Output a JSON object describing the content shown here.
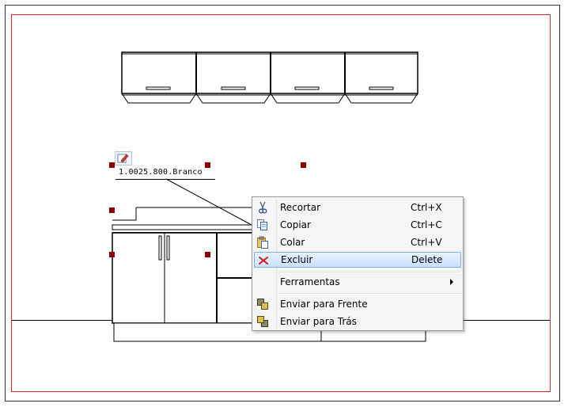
{
  "drawing": {
    "item_label": "1.0025.800.Branco"
  },
  "context_menu": {
    "items": [
      {
        "label": "Recortar",
        "shortcut": "Ctrl+X",
        "icon": "scissors-icon"
      },
      {
        "label": "Copiar",
        "shortcut": "Ctrl+C",
        "icon": "copy-icon"
      },
      {
        "label": "Colar",
        "shortcut": "Ctrl+V",
        "icon": "paste-icon"
      },
      {
        "label": "Excluir",
        "shortcut": "Delete",
        "icon": "delete-x-icon",
        "highlighted": true
      },
      {
        "label": "Ferramentas",
        "shortcut": "",
        "icon": "",
        "submenu": true
      },
      {
        "label": "Enviar para Frente",
        "shortcut": "",
        "icon": "bring-to-front-icon"
      },
      {
        "label": "Enviar para Trás",
        "shortcut": "",
        "icon": "send-to-back-icon"
      }
    ]
  },
  "colors": {
    "border_red": "#d9262e",
    "handle": "#8b0000",
    "highlight_border": "#84acdd"
  }
}
